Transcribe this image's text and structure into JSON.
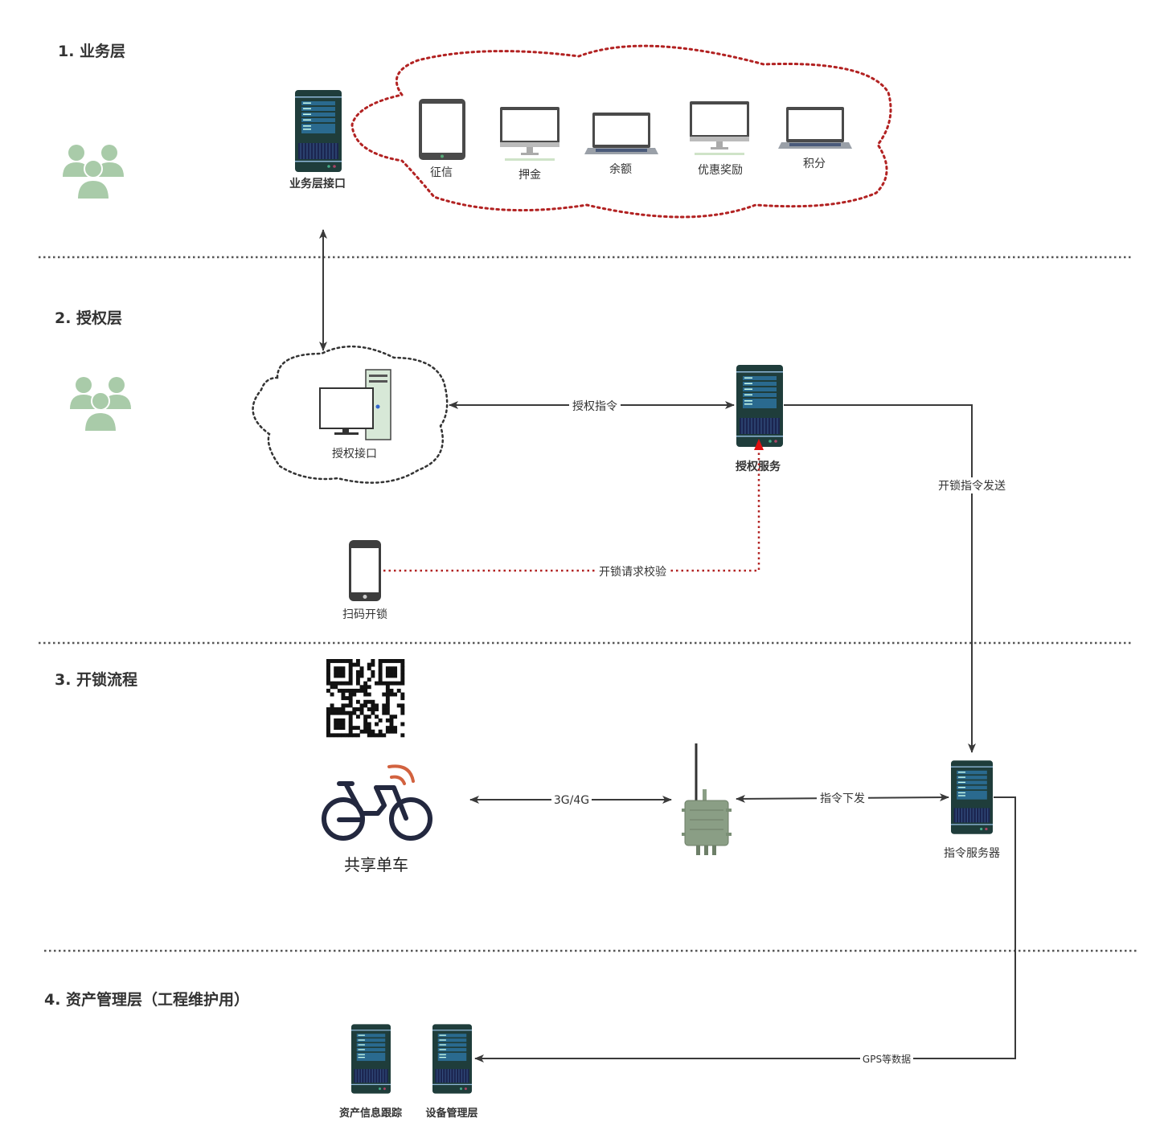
{
  "sections": [
    {
      "title": "1. 业务层"
    },
    {
      "title": "2. 授权层"
    },
    {
      "title": "3. 开锁流程"
    },
    {
      "title": "4. 资产管理层（工程维护用）"
    }
  ],
  "business_layer": {
    "interface_label": "业务层接口",
    "devices": [
      {
        "label": "征信",
        "icon": "tablet-icon"
      },
      {
        "label": "押金",
        "icon": "monitor-icon"
      },
      {
        "label": "余额",
        "icon": "laptop-icon"
      },
      {
        "label": "优惠奖励",
        "icon": "monitor-icon"
      },
      {
        "label": "积分",
        "icon": "laptop-icon"
      }
    ]
  },
  "auth_layer": {
    "interface_label": "授权接口",
    "service_label": "授权服务",
    "phone_label": "扫码开锁"
  },
  "unlock_flow": {
    "bike_label": "共享单车",
    "command_server_label": "指令服务器"
  },
  "asset_layer": {
    "servers": [
      {
        "label": "资产信息跟踪"
      },
      {
        "label": "设备管理层"
      }
    ]
  },
  "edges": {
    "auth_command": "授权指令",
    "unlock_send": "开锁指令发送",
    "unlock_verify": "开锁请求校验",
    "network": "3G/4G",
    "command_down": "指令下发",
    "gps": "GPS等数据"
  },
  "colors": {
    "server": "#1f3d3b",
    "server_panel": "#2a6a8f",
    "people": "#a9cba9",
    "red_dotted": "#b22222",
    "arrow": "#3a3a3a",
    "bike": "#23283f",
    "bike_signal": "#d2623f",
    "router": "#8a9e85"
  }
}
